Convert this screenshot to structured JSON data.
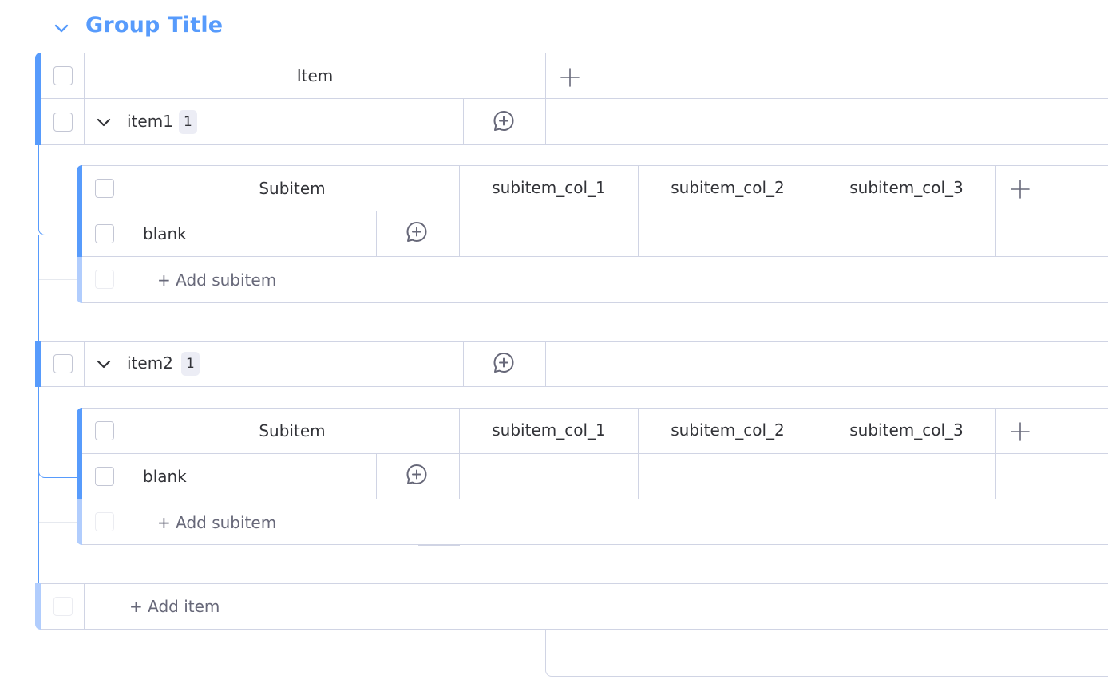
{
  "group": {
    "title": "Group Title",
    "color": "#579bfc"
  },
  "board": {
    "column_header": "Item",
    "add_column_icon": "plus-icon"
  },
  "items": [
    {
      "name": "item1",
      "subitem_count": "1",
      "subitems_table": {
        "headers": [
          "Subitem",
          "subitem_col_1",
          "subitem_col_2",
          "subitem_col_3"
        ],
        "rows": [
          {
            "name": "blank"
          }
        ],
        "add_label": "+ Add subitem"
      }
    },
    {
      "name": "item2",
      "subitem_count": "1",
      "subitems_table": {
        "headers": [
          "Subitem",
          "subitem_col_1",
          "subitem_col_2",
          "subitem_col_3"
        ],
        "rows": [
          {
            "name": "blank"
          }
        ],
        "add_label": "+ Add subitem"
      }
    }
  ],
  "add_item_label": "+ Add item",
  "icons": {
    "group_toggle": "chevron-down-icon",
    "row_toggle": "chevron-down-icon",
    "updates": "add-update-icon",
    "add_column": "plus-icon"
  }
}
